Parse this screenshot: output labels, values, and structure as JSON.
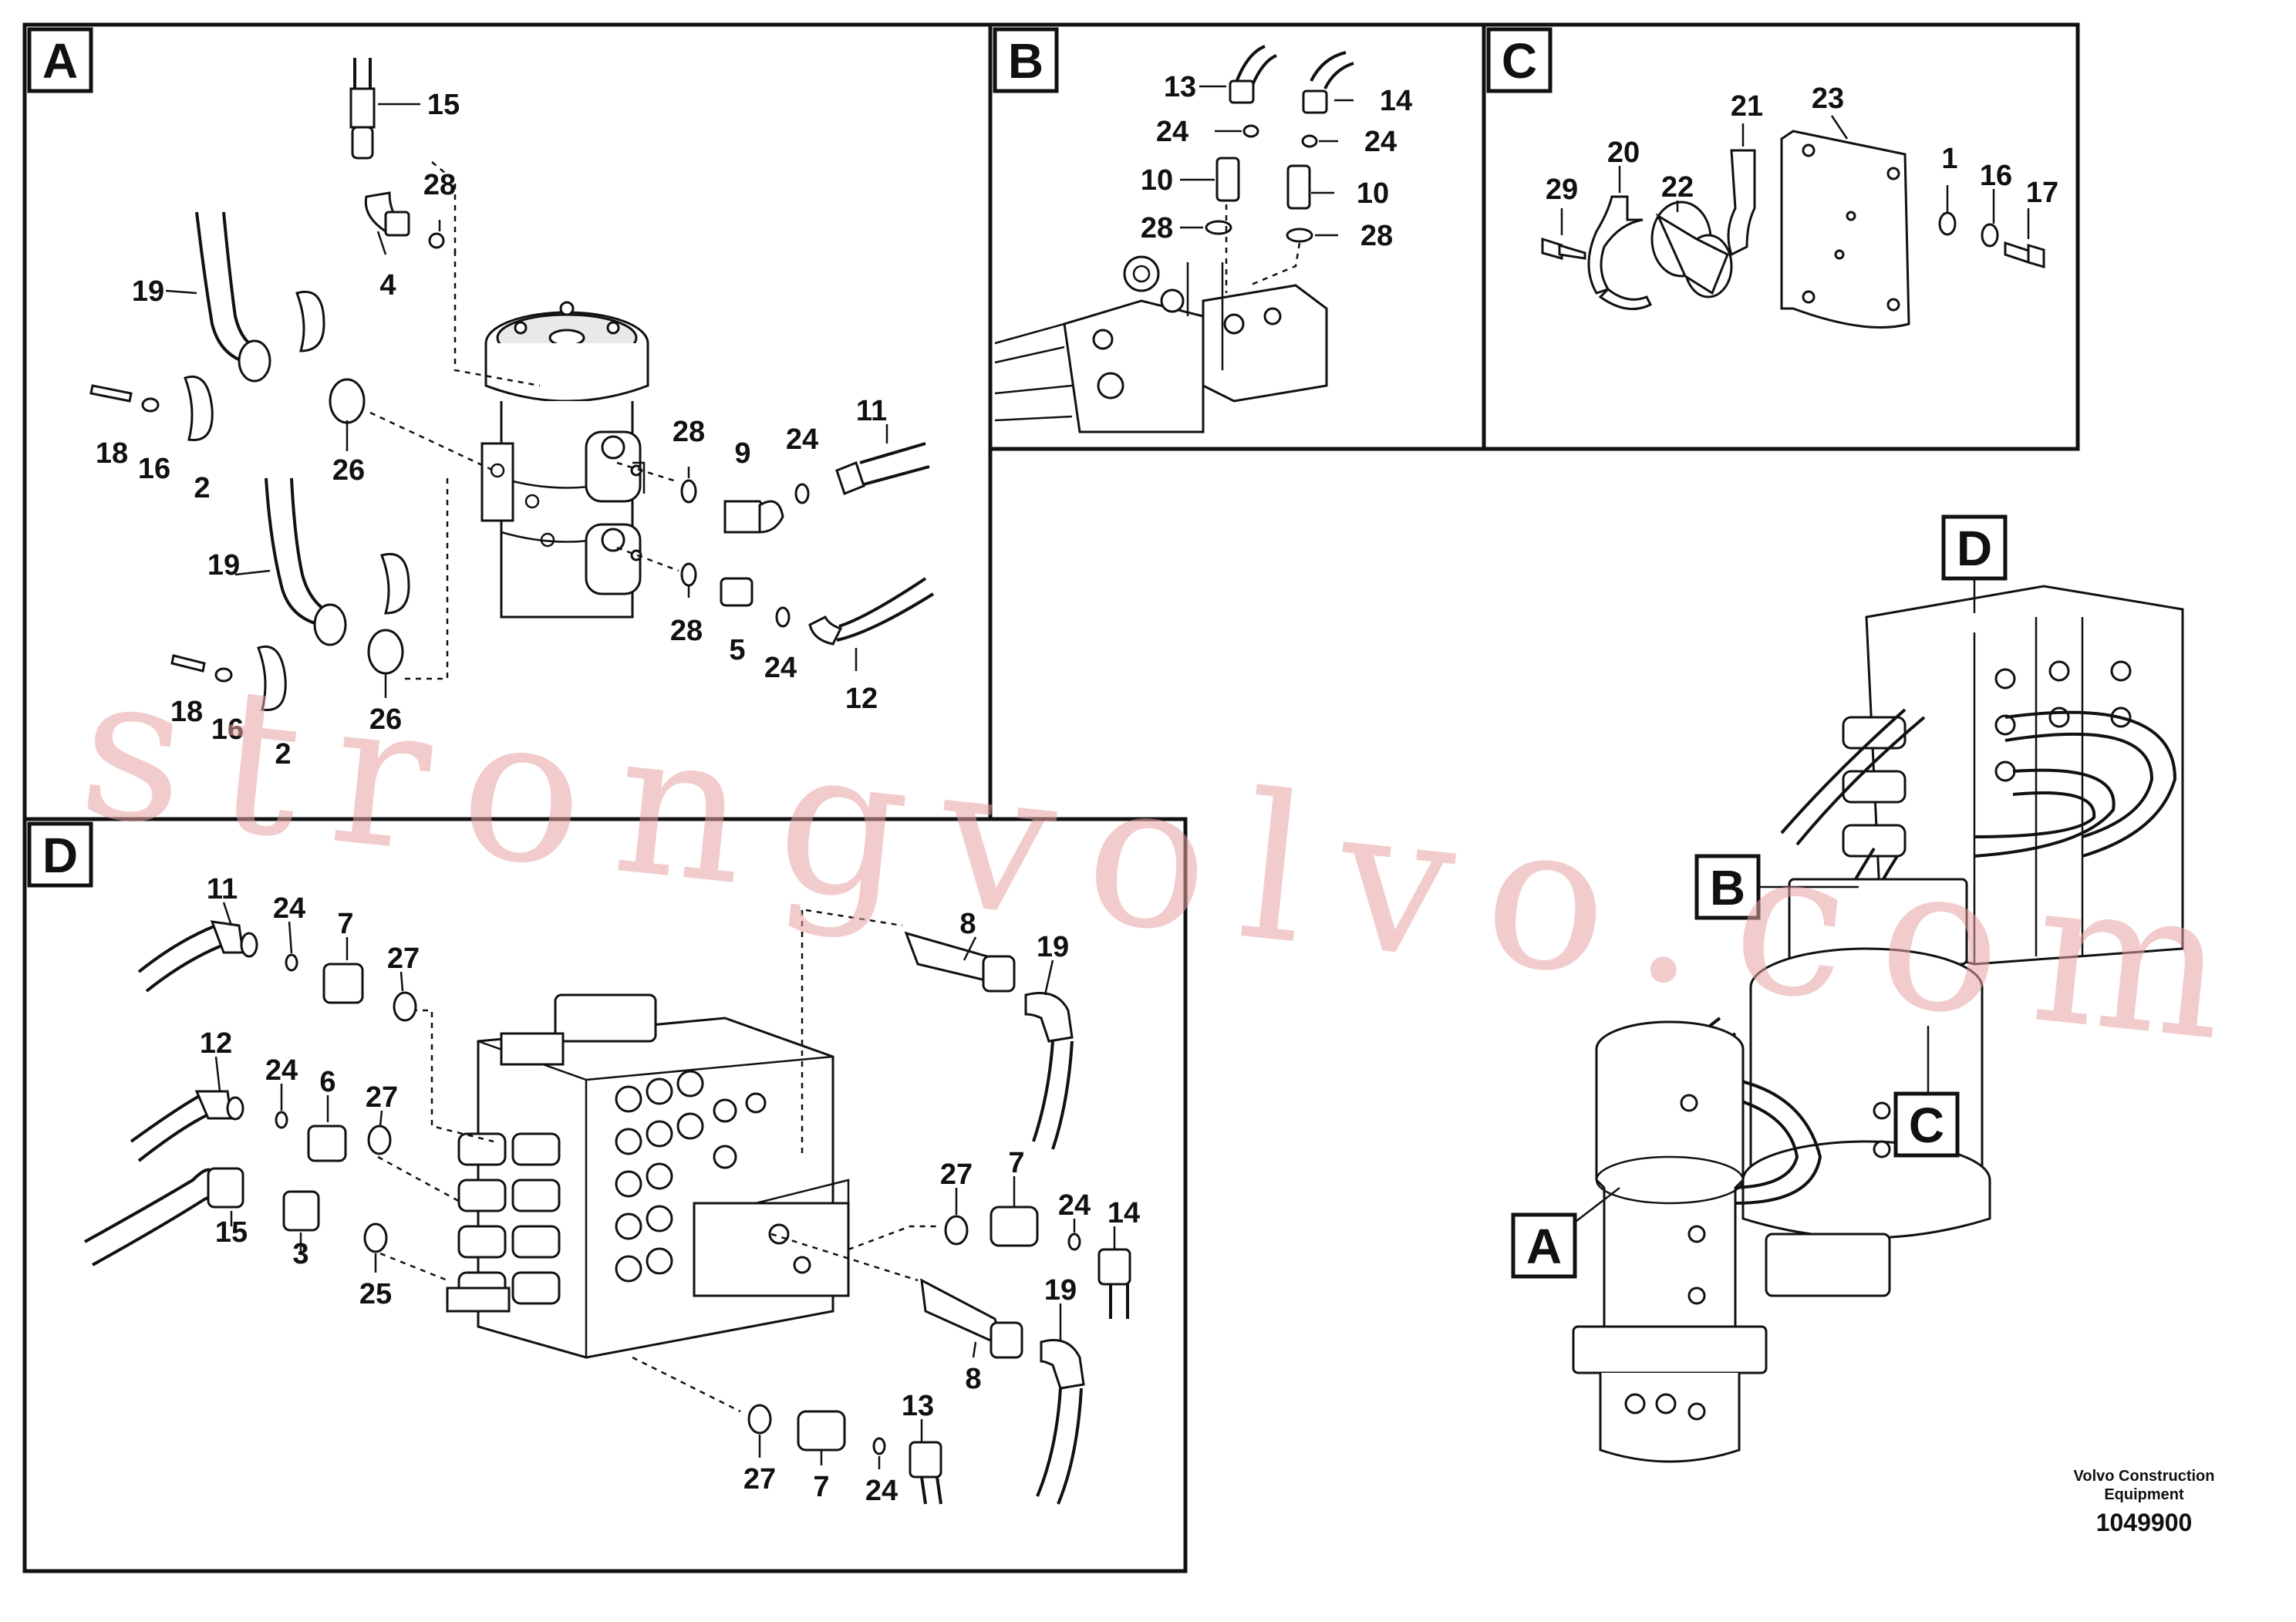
{
  "panels": {
    "A": "A",
    "B": "B",
    "C": "C",
    "D": "D"
  },
  "callouts": {
    "A": [
      "15",
      "28",
      "4",
      "19",
      "18",
      "16",
      "2",
      "26",
      "28",
      "9",
      "24",
      "11",
      "19",
      "18",
      "16",
      "2",
      "26",
      "28",
      "5",
      "24",
      "12"
    ],
    "B": [
      "13",
      "14",
      "24",
      "24",
      "10",
      "10",
      "28",
      "28"
    ],
    "C": [
      "21",
      "23",
      "20",
      "29",
      "22",
      "1",
      "16",
      "17"
    ],
    "D": [
      "11",
      "24",
      "7",
      "27",
      "12",
      "24",
      "6",
      "27",
      "15",
      "3",
      "25",
      "8",
      "19",
      "27",
      "7",
      "24",
      "14",
      "19",
      "8",
      "27",
      "7",
      "13",
      "24"
    ]
  },
  "overview_tags": {
    "A": "A",
    "B": "B",
    "C": "C",
    "D": "D"
  },
  "footer": {
    "maker_line1": "Volvo Construction",
    "maker_line2": "Equipment",
    "code": "1049900"
  },
  "watermark": "strongvolvo.com"
}
